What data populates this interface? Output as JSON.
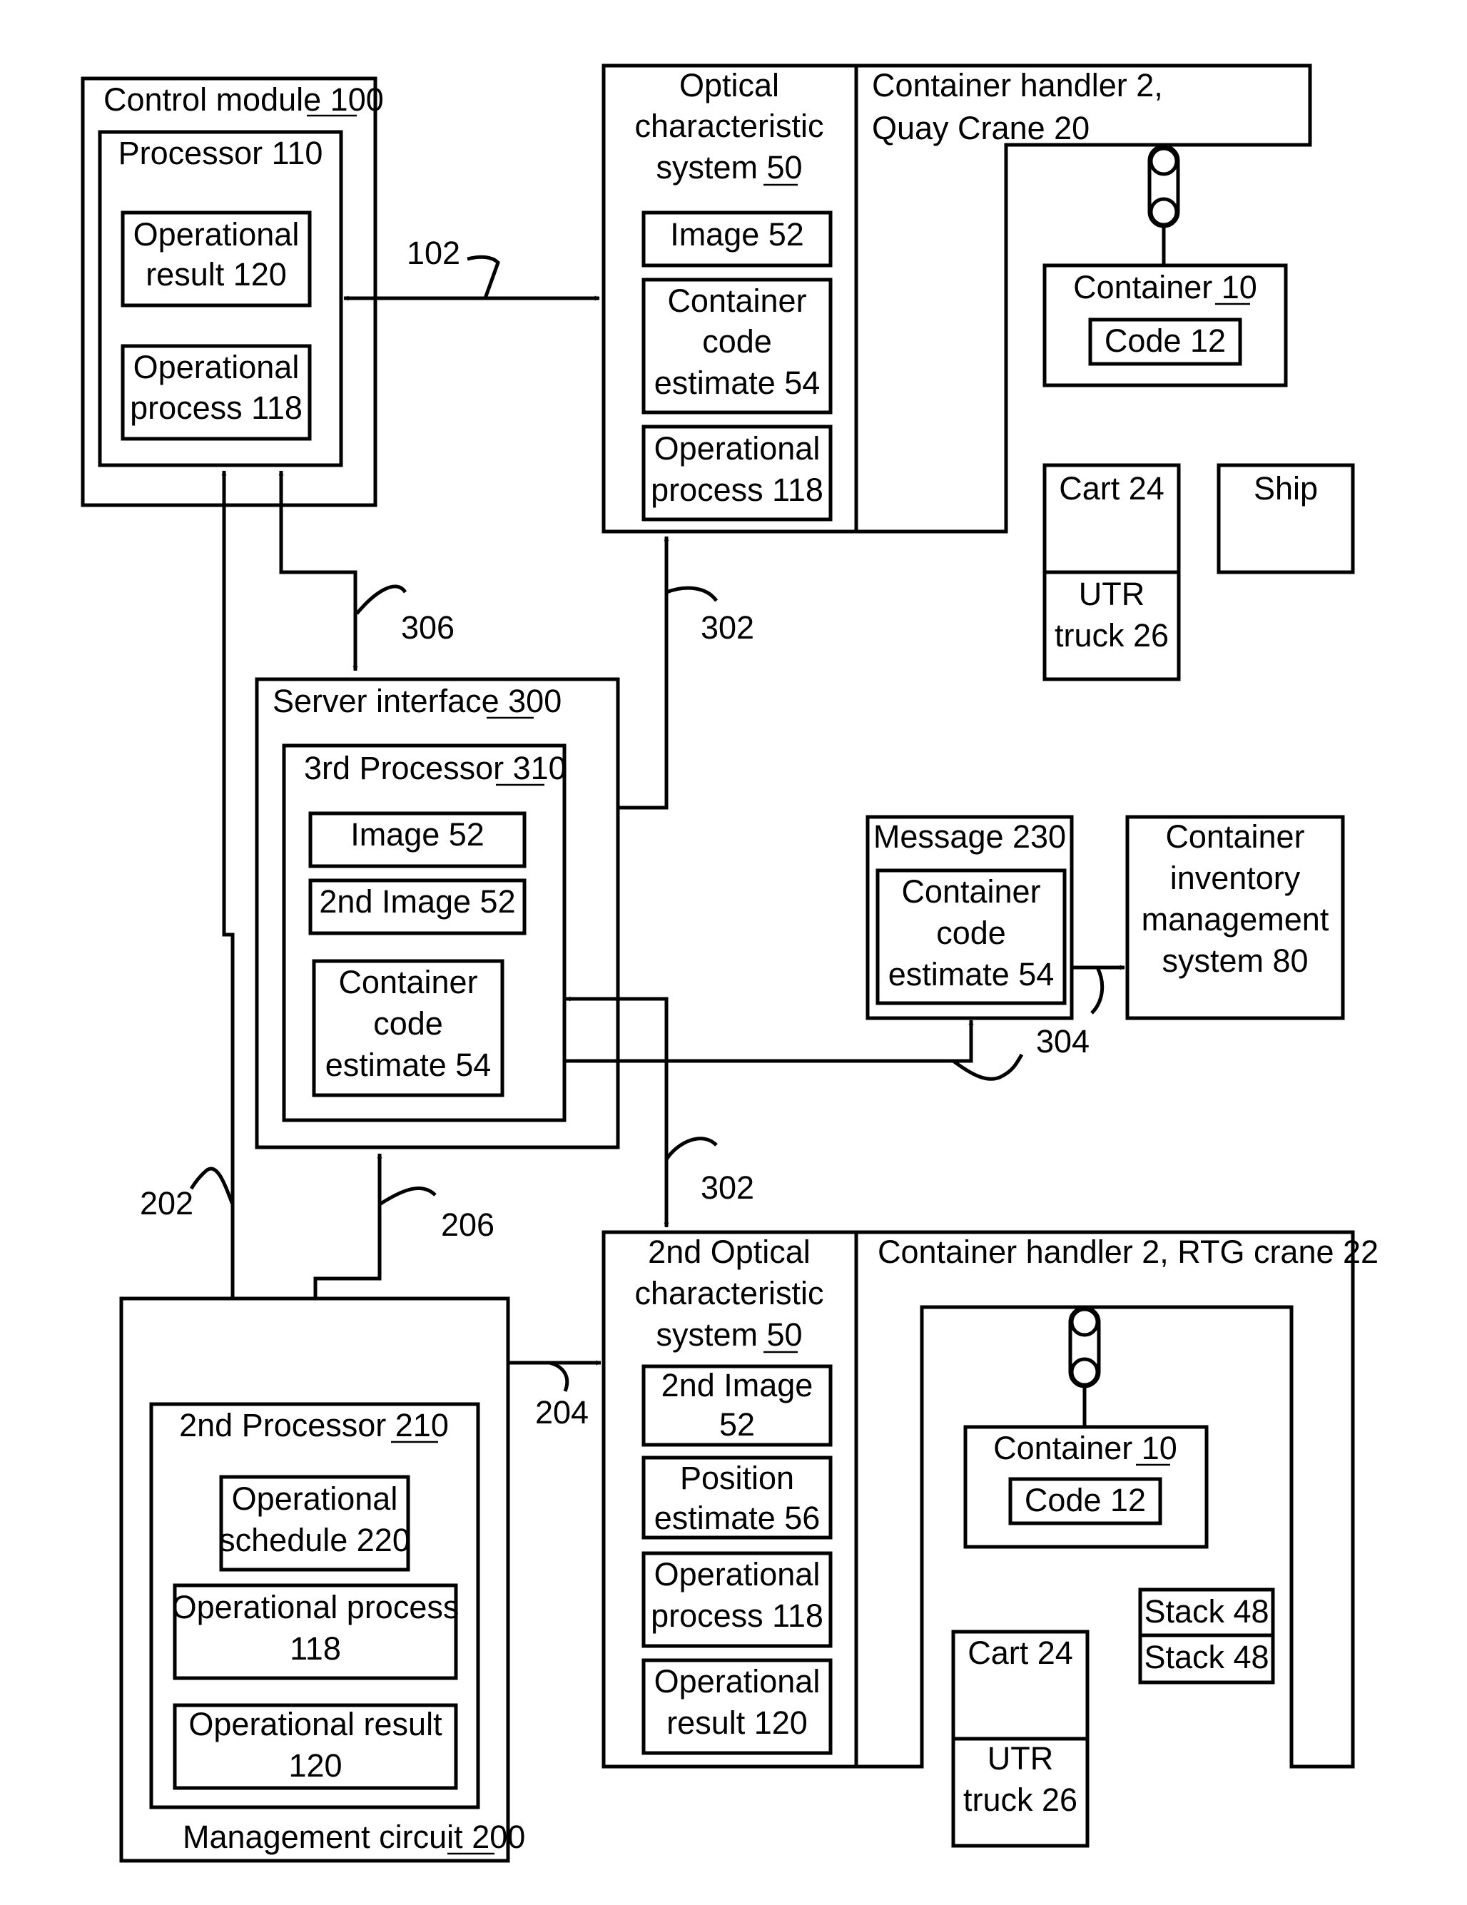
{
  "colors": {
    "stroke": "#000000",
    "background": "#ffffff"
  },
  "control_module": {
    "label": "Control module",
    "num": "100"
  },
  "processor": {
    "label": "Processor 110"
  },
  "op_result_1": {
    "line1": "Operational",
    "line2": "result 120"
  },
  "op_process_1": {
    "line1": "Operational",
    "line2": "process 118"
  },
  "label_102": "102",
  "optical_1": {
    "line1": "Optical",
    "line2": "characteristic",
    "line3": "system",
    "num": "50"
  },
  "image_1": "Image 52",
  "cce_1": {
    "line1": "Container",
    "line2": "code",
    "line3": "estimate 54"
  },
  "op_process_2": {
    "line1": "Operational",
    "line2": "process 118"
  },
  "quay_crane": {
    "line1": "Container handler 2,",
    "line2": "Quay Crane 20"
  },
  "container_1": {
    "label": "Container",
    "num": "10",
    "code": "Code 12"
  },
  "cart_1": {
    "cart": "Cart 24",
    "line1": "UTR",
    "line2": "truck 26"
  },
  "ship": "Ship",
  "label_306": "306",
  "label_302_top": "302",
  "server_interface": {
    "label": "Server interface",
    "num": "300"
  },
  "third_processor": {
    "label": "3rd Processor",
    "num": "310"
  },
  "image_2": "Image 52",
  "second_image_1": "2nd Image 52",
  "cce_2": {
    "line1": "Container",
    "line2": "code",
    "line3": "estimate 54"
  },
  "message": {
    "label": "Message 230",
    "line1": "Container",
    "line2": "code",
    "line3": "estimate 54"
  },
  "inventory": {
    "line1": "Container",
    "line2": "inventory",
    "line3": "management",
    "line4": "system 80"
  },
  "label_304": "304",
  "label_202": "202",
  "label_302_bottom": "302",
  "label_206": "206",
  "optical_2": {
    "line1": "2nd Optical",
    "line2": "characteristic",
    "line3": "system",
    "num": "50"
  },
  "rtg_crane": "Container handler 2, RTG crane 22",
  "label_204": "204",
  "second_processor": {
    "label": "2nd Processor",
    "num": "210"
  },
  "op_schedule": {
    "line1": "Operational",
    "line2": "schedule 220"
  },
  "op_process_3": {
    "line1": "Operational process",
    "line2": "118"
  },
  "op_result_2": {
    "line1": "Operational result",
    "line2": "120"
  },
  "management_circuit": {
    "label": "Management circuit",
    "num": "200"
  },
  "second_image_2": {
    "line1": "2nd Image",
    "line2": "52"
  },
  "position": {
    "line1": "Position",
    "line2": "estimate 56"
  },
  "op_process_4": {
    "line1": "Operational",
    "line2": "process 118"
  },
  "op_result_3": {
    "line1": "Operational",
    "line2": "result 120"
  },
  "container_2": {
    "label": "Container",
    "num": "10",
    "code": "Code 12"
  },
  "stack": {
    "top": "Stack 48",
    "bottom": "Stack 48"
  },
  "cart_2": {
    "cart": "Cart 24",
    "line1": "UTR",
    "line2": "truck 26"
  }
}
